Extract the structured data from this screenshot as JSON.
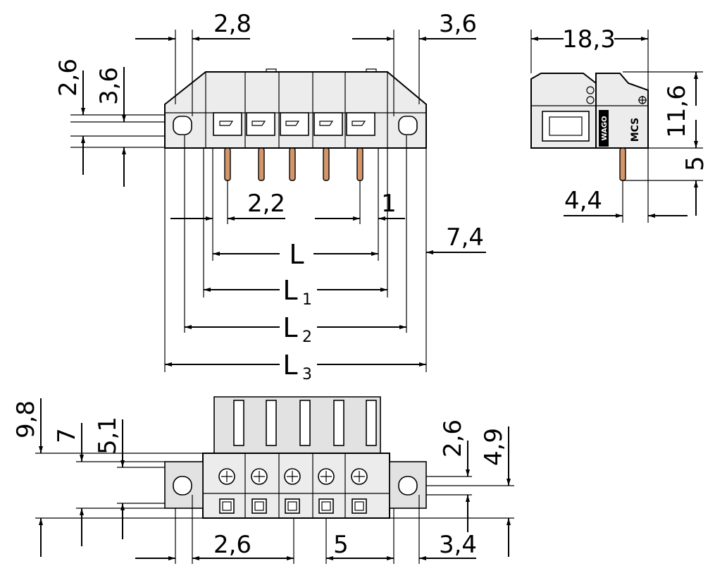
{
  "labels": {
    "front_top_left": "2,8",
    "front_top_right": "3,6",
    "front_left_upper": "2,6",
    "front_left_lower": "3,6",
    "pin_pitch": "2,2",
    "pin_offset": "1",
    "right_edge": "7,4",
    "len_L": "L",
    "len_L1_base": "L",
    "len_L1_sub": "1",
    "len_L2_base": "L",
    "len_L2_sub": "2",
    "len_L3_base": "L",
    "len_L3_sub": "3",
    "side_width": "18,3",
    "side_height": "11,6",
    "side_pin_len": "5",
    "side_pin_pos": "4,4",
    "side_logo_text": "WAGO",
    "side_mcs_text": "MCS",
    "bottom_left_98": "9,8",
    "bottom_left_7": "7",
    "bottom_left_51": "5,1",
    "bottom_right_26": "2,6",
    "bottom_right_49": "4,9",
    "bottom_26": "2,6",
    "bottom_5": "5",
    "bottom_34": "3,4"
  },
  "colors": {
    "body_fill": "#ececec",
    "pin_fill": "#d4956a",
    "line": "#000000"
  }
}
